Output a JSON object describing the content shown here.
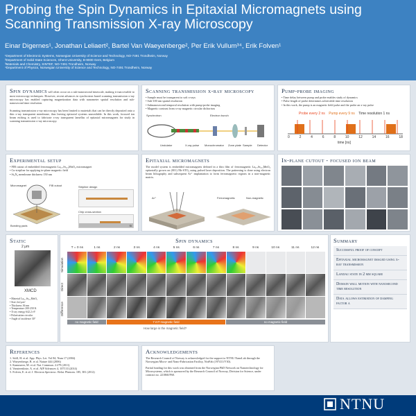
{
  "header": {
    "title": "Probing the Spin Dynamics in Epitaxial Micromagnets using Scanning Transmission X-ray Microscopy",
    "authors": "Einar Digernes¹, Jonathan Leliaert², Bartel Van Waeyenberge², Per Erik Vullum³⁴, Erik Folven¹",
    "affiliations": [
      "¹Department of Electronic Systems, Norwegian University of Science and Technology, NO-7491 Trondheim, Norway",
      "²Department of Solid State Sciences, Ghent University, B-9000 Gent, Belgium",
      "³Materials and Chemistry, SINTEF, NO-7491 Trondheim, Norway",
      "⁴Department of Physics, Norwegian University of Science and Technology, NO-7491 Trondheim, Norway"
    ]
  },
  "intro": {
    "heading": "Spin dynamics",
    "p1": "will often occur on a sub-nanosecond timescale, making it inaccessible to most microscopy techniques. However, recent advances in synchrotron based scanning transmission x-ray microscopy has enabled capturing magnetization data with nanometer spatial resolution and sub-nanosecond time resolution.",
    "p2": "Scanning transmission x-ray microscopy has been limited to materials that can be directly deposited onto a thin x-ray transparent membrane, thus leaving epitaxial systems unavailable. In this work, focused ion beam etching is used to fabricate x-ray transparent lamellas of epitaxial micromagnets for study in scanning transmission x-ray microscopy."
  },
  "stxm": {
    "heading": "Scanning transmission x-ray microscopy",
    "bullets": [
      "Sample must be transparent to soft x-rays",
      "Sub-100 nm spatial resolution",
      "Subnanosecond temporal resolution with pump-probe imaging",
      "Magnetic contrast from x-ray magnetic circular dichorism"
    ],
    "labels": [
      "Synchrotron",
      "Electron bunch",
      "Undulator",
      "X-ray pulse",
      "Monochromator",
      "Zone plate",
      "Sample",
      "Detector"
    ]
  },
  "pump": {
    "heading": "Pump-probe imaging",
    "bullets": [
      "Time delay between pump and probe enables study of dynamics",
      "Pulse length of probe determines achievable time resolution",
      "In this work, the pump is an magnetic field pulse and the probe an x-ray pulse"
    ],
    "legend_probe": "Probe every 2 ns",
    "legend_pump": "Pump every 9 ns",
    "legend_time": "Time resolution 1 ns",
    "ticks": [
      "0",
      "2",
      "4",
      "6",
      "8",
      "10",
      "12",
      "14",
      "16",
      "18"
    ],
    "xlabel": "time [ns]"
  },
  "exp": {
    "heading": "Experimental setup",
    "bullets": [
      "FIB cutout of embedded ferromagnetic La₀.₇Sr₀.₃MnO₃ micromagnet",
      "Cu-stripline for applying in-plane magnetic field",
      "Si₃N₄ membrane thickness 150 nm"
    ],
    "labels": [
      "Micromagnet",
      "FIB cutout",
      "Bonding pads",
      "Stripline design",
      "Chip cross-section",
      "Si",
      "4 μm"
    ]
  },
  "epi": {
    "heading": "Epitaxial micromagnets",
    "p": "The model system is embedded micromagnets defined in a thin film of ferromagnetic La₀.₇Sr₀.₃MnO₃ epitaxially grown on (001) Nb-STO₃ using pulsed laser deposition. The patterning is done using electron beam lithography and subsequent Ar⁺ implantation to form ferromagnetic regions in a non-magnetic matrix.",
    "labels": [
      "Ar⁺",
      "Ferromagnetic",
      "Non-magnetic"
    ]
  },
  "fib": {
    "heading": "In-plane cutout - focused ion beam"
  },
  "static": {
    "heading": "Static",
    "scale": "2 μm",
    "label": "XMCD",
    "bullets": [
      "Material La₀.₇Sr₀.₃MnO₃",
      "Size 2x2 μm²",
      "Thickness 36 nm",
      "Temperature 200-250 K",
      "X-ray energy 642.2 eV",
      "Polarisation circular",
      "Angle of incidence 30°"
    ]
  },
  "dyn": {
    "heading": "Spin dynamics",
    "times": [
      "T = 0 ns",
      "1 ns",
      "2 ns",
      "3 ns",
      "4 ns",
      "5 ns",
      "6 ns",
      "7 ns",
      "8 ns",
      "9 ns",
      "10 ns",
      "11 ns",
      "12 ns"
    ],
    "rows": [
      "Simulation",
      "Direct",
      "Difference"
    ],
    "bar_none1": "no magnetic field",
    "bar_field": "7 mT magnetic field",
    "bar_none2": "no magnetic field",
    "question": "How large is the magnetic field?"
  },
  "summary": {
    "heading": "Summary",
    "items": [
      "Successful proof of concept",
      "Epitaxial micromagnet imaged using x-ray transmission",
      "Landau state in 2 μm square",
      "Domain wall motion with nanosecond time resolution",
      "Data allows estimation of damping factor α"
    ]
  },
  "refs": {
    "heading": "References",
    "items": [
      "1. Stöll, H. et al. App. Phys. Let. Vol 84, Num 17 (2004)",
      "2. Waeyenberge, B. et al. Nature 444 (2006)",
      "3. Kammerer, M. et al. Nat. Commun. 2:279 (2011)",
      "4. Vansteenkiste, A. et al. AIP Advances 4, 107133 (2014)",
      "5. Folven, E. et al. J. Electron Spectrosc. Relat. Phenom. 185, 381 (2012)"
    ]
  },
  "ack": {
    "heading": "Acknowledgements",
    "p1": "The Research Council of Norway is acknowledged for the support to NTNU NanoLab through the Norwegian Micro- and Nano-Fabrication Facility, NorFab (197411/V30).",
    "p2": "Partial funding for this work was obtained from the Norwegian PhD Network on Nanotechnology for Microsystems, which is sponsored by the Research Council of Norway, Division for Science, under contract no. 221860/F60."
  },
  "logo": {
    "text": "NTNU"
  },
  "colors": {
    "header": "#3d82c2",
    "footer": "#003b7a",
    "probe": "#e8431c",
    "pump": "#e0701a",
    "field": "#e8731a",
    "bar_gray": "#8a8f96"
  }
}
